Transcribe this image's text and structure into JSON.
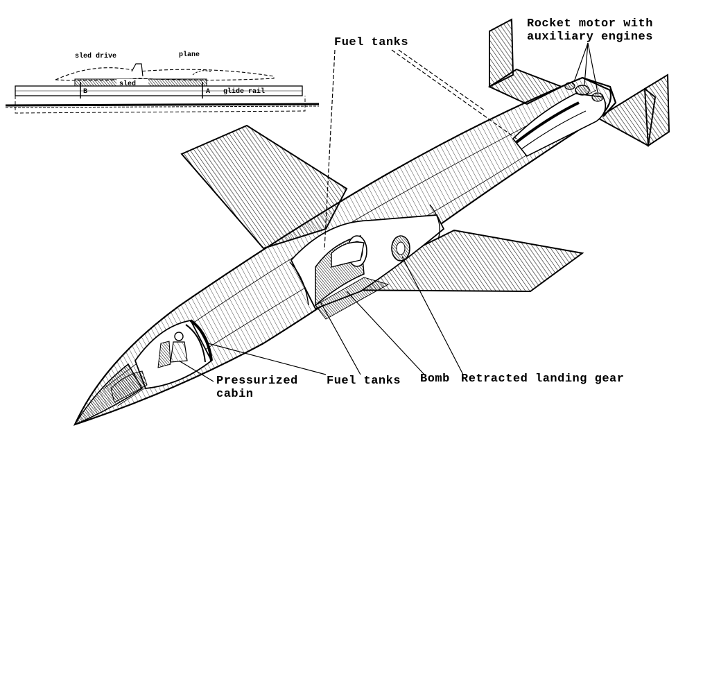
{
  "labels": {
    "fuel_tanks_top": "Fuel tanks",
    "rocket_motor_line1": "Rocket motor with",
    "rocket_motor_line2": "auxiliary engines",
    "pressurized_line1": "Pressurized",
    "pressurized_line2": "cabin",
    "fuel_tanks_bottom": "Fuel tanks",
    "bomb": "Bomb",
    "landing_gear": "Retracted landing gear"
  },
  "inset": {
    "sled_drive": "sled drive",
    "plane": "plane",
    "sled": "sled",
    "glide_rail": "glide rail",
    "marker_a": "A",
    "marker_b": "B"
  },
  "colors": {
    "ink": "#000000",
    "paper": "#ffffff",
    "hatch": "#2a2a2a"
  }
}
